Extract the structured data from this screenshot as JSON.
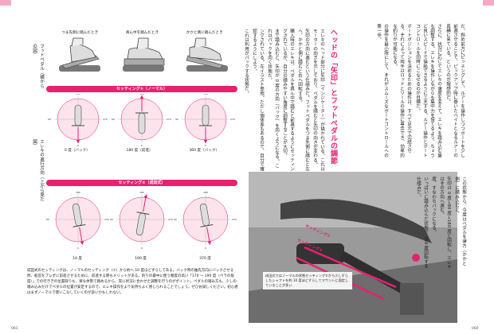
{
  "left_page": {
    "col_headers": [
      "つま先側に踏んだとき",
      "真ん中を踏んだとき",
      "かかと側に踏んだとき"
    ],
    "row_label_pedal": "フットペダル（横からの図）",
    "row_label_motor": "エレキの進行方向（上から見た図）",
    "band1": "セッティング①（ノーマル）",
    "band2": "セッティング②（成田式）",
    "setting1_labels": [
      "0 度（バック）",
      "180 度（前進）",
      "360 度（バック）"
    ],
    "setting2_labels": [
      "10 度",
      "190 度",
      "370 度"
    ],
    "compass_labels": {
      "top": "180",
      "right": "270",
      "bottom": "0",
      "left": "90"
    },
    "caption": "成田式のセッティングは、ノーマルのセッティング（①）から約へ 10 度ほどずらしてある。バック時の舳先方向にバックさせる時、船首をブレずに前進させるために、前進する際もメリットがある。釣りの最中に使う頻度の高い「170 ～ 190 度（ペラの角度）」での行ききの位置取りも、楽な体勢で踏めるから、常に状況に合わせた調整を行うのがポイント。ペダルの踏み方も、少しの踏み込みだけでペダルの位置が安定するので、エレキ操作をより気持ちよく感じられることでしょう。ぜひお試しください。初心者はまずノーマルで使いこなしていくのが良いかもしれない。",
    "page_number": "061"
  },
  "right_page": {
    "col1": "だ。斜め前方にピッチングして、ルアーを操作しつつボートを少し前進させることで、ピックアップ時に巻いたベイトとなるルアーの真横に来ている。というのが理想的だ。",
    "col2": "さらに、状況に応じてエレキの速度を変えて、エレキを踏み込む量も調整する。エレキを操作しながらも集中力を保てるよう、ちょうど良いスピードで操船できるように工夫する。ルアー操作とボートコントロールを同時にこなせるのが目標だ。",
    "col3": "ボートポジションを決めるための操作は、すべて足元で完結させる。それによって両手はロッドとリールの操作に専念でき、効率的な釣りが可能になる。",
    "col4": "の操作を最小限にして、それがスムーズなボートコントロールへの第一歩。",
    "heading": "ヘッドの「矢印」とフットペダルの調節",
    "body1": "エレキのヘッド部分に矢印（インジケーター）が描かれている。これはモーターの向きを示しており、ペダルを踏むと矢印の向きが変わる。",
    "body2": "矢印の方向に進むという仕組みだ。フットペダルをつま先側に踏むと左へ、かかと側に踏むと右へ回転する。",
    "body3": "購入時のエレキは、ペダルを真ん中で踏むと前進するようにセッティングされているが、自分の踏みやすい角度に調整することが大切。",
    "body4": "まで踏み込むと、矢印が 0 度の方向（バック）を向くようになる。これはパックを向く状態だ。",
    "body5": "ングされている。左イラスト参照。ただし個体差もあるので、自分で確認するようにしよう。",
    "body6": "これは利用がパックする状態だ。",
    "side1": "この状態から、今度はペダルを律方（かかと側）に踏み込むと、",
    "side2": "矢印は 0 度→90 度→180 度と回転し、エレキはその方向へ進む。",
    "side3": "度、すなわちバックになる。",
    "side4": "いっぱいに踏み込んだ状態で 360 度回転する仕組みだ。",
    "photo_label1": "セッティング①",
    "photo_label2": "セッティング②",
    "photo_caption": "成田式ではノーマルの状態セッティング①から少しずらしたシャフトを約 10 度ほどずらしてマウントに固定していることが多い",
    "page_number": "060"
  },
  "colors": {
    "accent": "#e8216f",
    "tab": "#f5a9c4"
  }
}
